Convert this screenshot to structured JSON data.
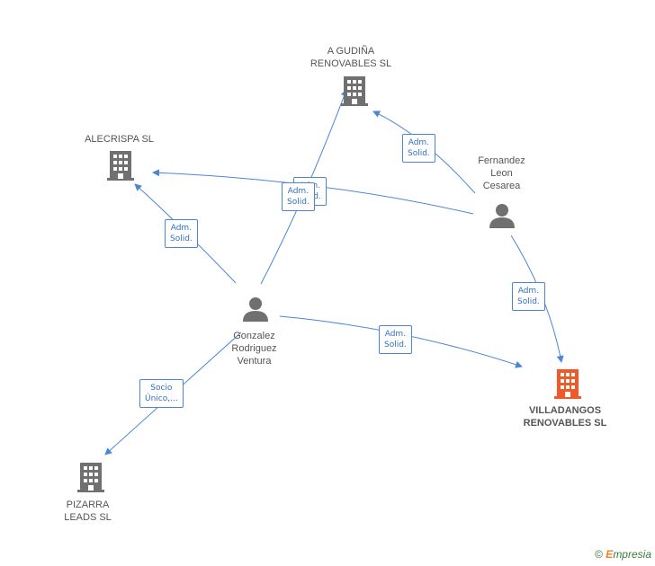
{
  "nodes": {
    "a_gudina": {
      "label": "A GUDIÑA\nRENOVABLES SL"
    },
    "alecrispa": {
      "label": "ALECRISPA SL"
    },
    "fernandez": {
      "label": "Fernandez\nLeon\nCesarea"
    },
    "gonzalez": {
      "label": "Gonzalez\nRodriguez\nVentura"
    },
    "villadangos": {
      "label": "VILLADANGOS\nRENOVABLES SL"
    },
    "pizarra": {
      "label": "PIZARRA\nLEADS SL"
    }
  },
  "edges": {
    "fernandez_gudina": "Adm.\nSolid.",
    "fernandez_alecrispa": "Adm.\nSolid.",
    "gonzalez_gudina": "Adm.\nSolid.",
    "gonzalez_alecrispa": "Adm.\nSolid.",
    "fernandez_villadangos": "Adm.\nSolid.",
    "gonzalez_villadangos": "Adm.\nSolid.",
    "gonzalez_pizarra": "Socio\nÚnico,..."
  },
  "colors": {
    "edge": "#4a86d4",
    "company": "#707070",
    "company_focus": "#f05a28",
    "person": "#707070"
  },
  "footer": {
    "copyright": "©",
    "brand_e": "E",
    "brand_rest": "mpresia"
  }
}
